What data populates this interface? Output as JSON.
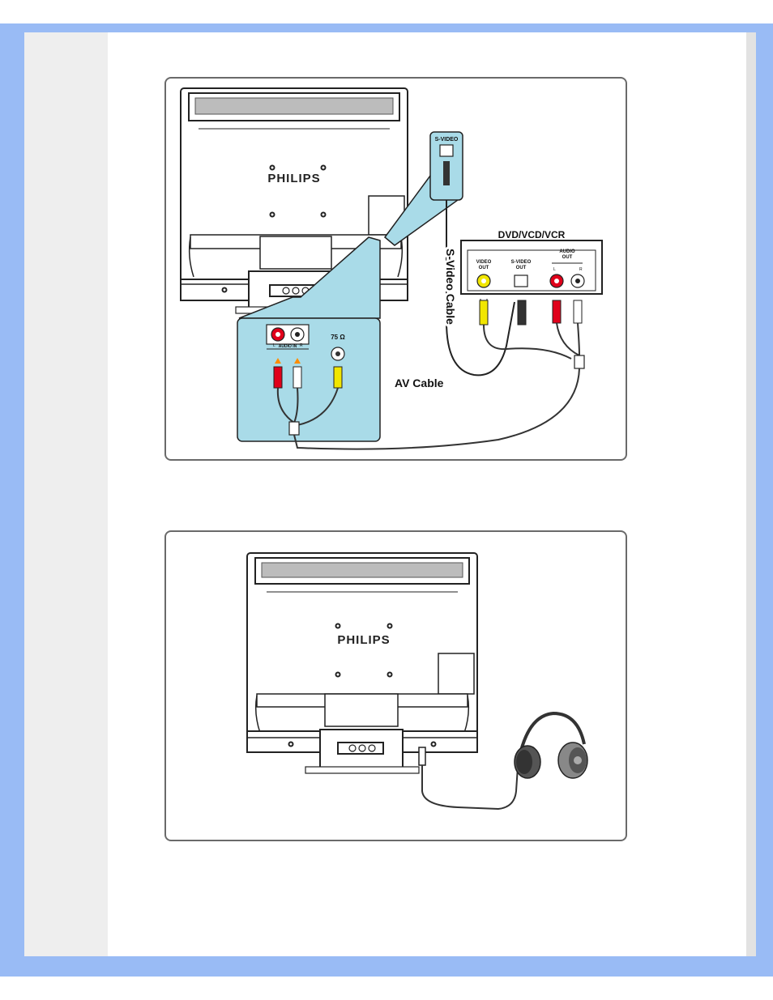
{
  "colors": {
    "frame_blue": "#99bbf5",
    "left_column": "#eeeeee",
    "callout_fill": "#a9dbe8",
    "jack_red": "#e0001a",
    "jack_yellow": "#f1e600",
    "cable": "#222222"
  },
  "figure_av": {
    "monitor_brand": "PHILIPS",
    "svideo_port_label": "S-VIDEO",
    "svideo_cable_label": "S-Video Cable",
    "device_label": "DVD/VCD/VCR",
    "device_ports": {
      "video_out": [
        "VIDEO",
        "OUT"
      ],
      "svideo_out": [
        "S-VIDEO",
        "OUT"
      ],
      "audio_out": [
        "AUDIO",
        "OUT"
      ],
      "audio_left": "L",
      "audio_right": "R"
    },
    "monitor_ports": {
      "audio_in": "AUDIO IN",
      "audio_left": "L",
      "audio_right": "R",
      "ohm_label": "75 Ω"
    },
    "av_cable_label": "AV Cable"
  },
  "figure_headphone": {
    "monitor_brand": "PHILIPS",
    "device_icon": "headphones-icon"
  }
}
